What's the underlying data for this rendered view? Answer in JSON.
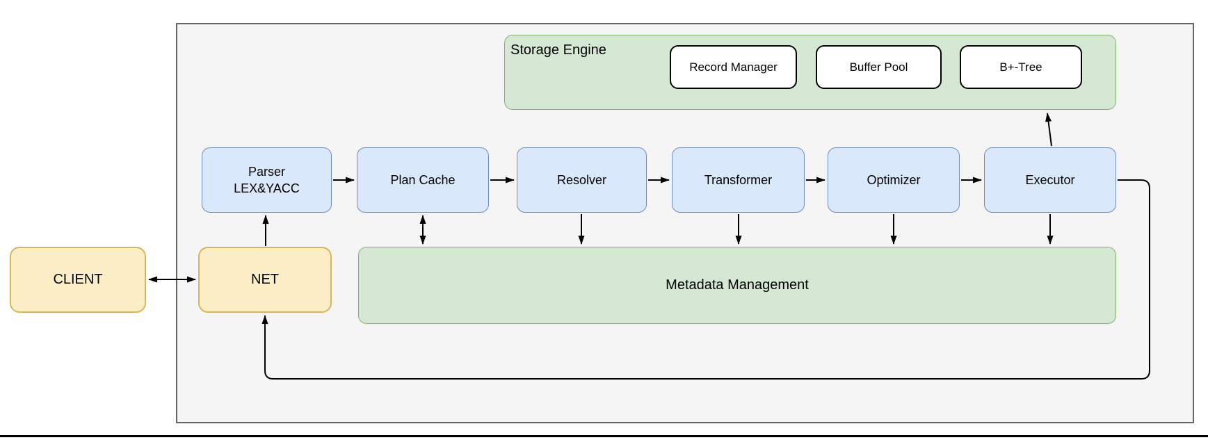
{
  "client": {
    "label": "CLIENT"
  },
  "net": {
    "label": "NET"
  },
  "pipeline": {
    "parser": {
      "label": "Parser\nLEX&YACC"
    },
    "plan_cache": {
      "label": "Plan Cache"
    },
    "resolver": {
      "label": "Resolver"
    },
    "transformer": {
      "label": "Transformer"
    },
    "optimizer": {
      "label": "Optimizer"
    },
    "executor": {
      "label": "Executor"
    }
  },
  "storage_engine": {
    "title": "Storage Engine",
    "components": {
      "record_manager": "Record Manager",
      "buffer_pool": "Buffer Pool",
      "bptree": "B+-Tree"
    }
  },
  "metadata": {
    "label": "Metadata Management"
  },
  "colors": {
    "pipeline_fill": "#dae8fc",
    "pipeline_border": "#6c8ebf",
    "green_fill": "#d5e8d4",
    "green_border": "#82b366",
    "yellow_fill": "#fbeec6",
    "yellow_border": "#d6b656",
    "container_fill": "#f5f5f5",
    "container_border": "#666666",
    "arrow": "#000000"
  }
}
